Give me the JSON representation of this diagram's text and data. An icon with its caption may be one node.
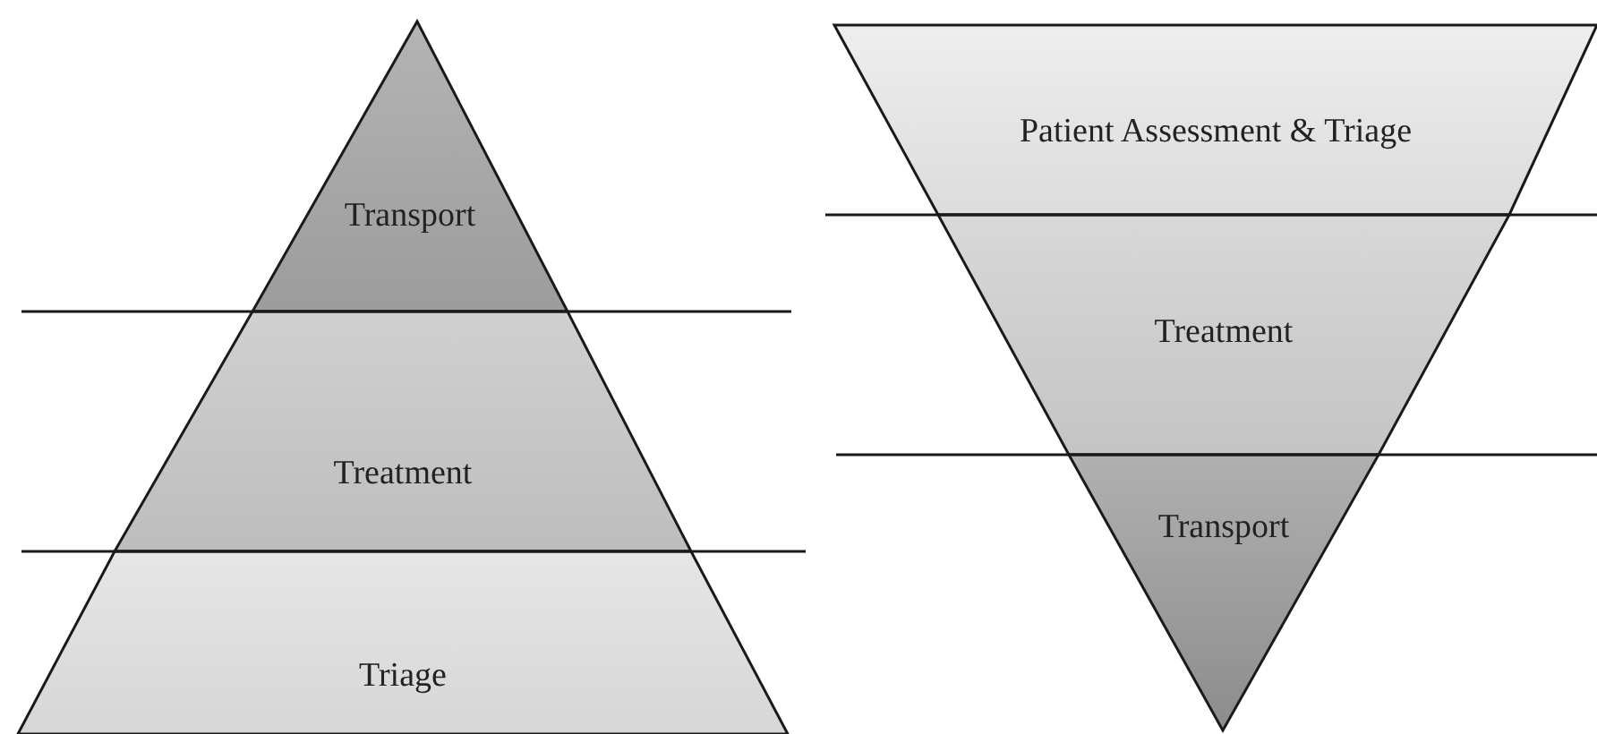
{
  "diagram": {
    "nodes": [
      {
        "text": [
          "Transport"
        ]
      },
      {
        "text": [
          "Treatment"
        ]
      },
      {
        "text": [
          "Triage"
        ]
      },
      {
        "text": [
          "Patient Assessment & Triage"
        ]
      },
      {
        "text": [
          "Treatment"
        ]
      },
      {
        "text": [
          "Transport"
        ]
      }
    ]
  }
}
